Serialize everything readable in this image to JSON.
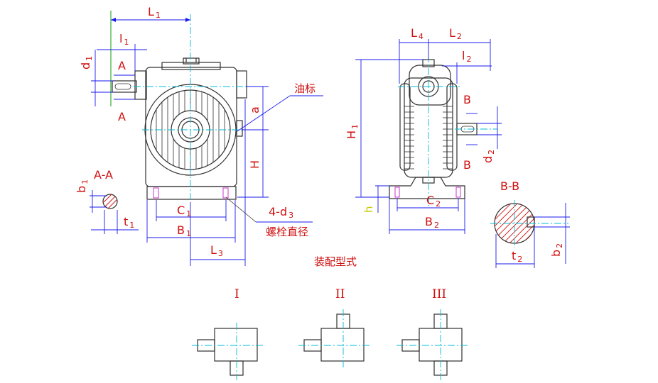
{
  "labels": {
    "L1": "L",
    "L1_sub": "1",
    "l1": "l",
    "l1_sub": "1",
    "d1": "d",
    "d1_sub": "1",
    "A_top": "A",
    "A_bottom": "A",
    "a": "a",
    "H": "H",
    "oil_gauge": "油标",
    "section_AA": "A-A",
    "b1": "b",
    "b1_sub": "1",
    "t1": "t",
    "t1_sub": "1",
    "C1": "C",
    "C1_sub": "1",
    "B1": "B",
    "B1_sub": "1",
    "L3": "L",
    "L3_sub": "3",
    "bolt_count": "4-d",
    "bolt_count_sub": "3",
    "bolt_diameter": "螺栓直径",
    "L4": "L",
    "L4_sub": "4",
    "L2": "L",
    "L2_sub": "2",
    "l2": "l",
    "l2_sub": "2",
    "H1": "H",
    "H1_sub": "1",
    "B_top": "B",
    "B_bottom": "B",
    "d2": "d",
    "d2_sub": "2",
    "h": "h",
    "C2": "C",
    "C2_sub": "2",
    "B2": "B",
    "B2_sub": "2",
    "section_BB": "B-B",
    "t2": "t",
    "t2_sub": "2",
    "b2": "b",
    "b2_sub": "2"
  },
  "assembly": {
    "title": "装配型式",
    "types": [
      "I",
      "II",
      "III"
    ]
  },
  "colors": {
    "label": "#d01010",
    "dimension": "#1a1aee",
    "centerline": "#00bcd4",
    "outline": "#303030"
  }
}
